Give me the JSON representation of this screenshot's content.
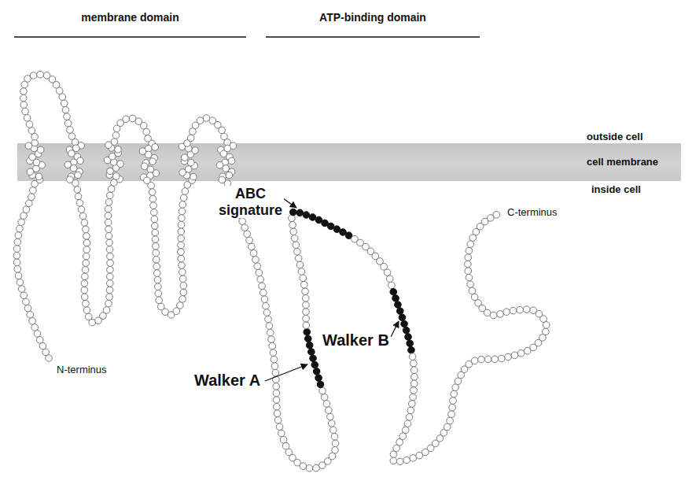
{
  "diagram": {
    "labels": [
      "membrane domain",
      "ATP-binding domain",
      "outside cell",
      "cell membrane",
      "inside cell",
      "ABC signature",
      "C-terminus",
      "N-terminus",
      "Walker A",
      "Walker B"
    ]
  }
}
